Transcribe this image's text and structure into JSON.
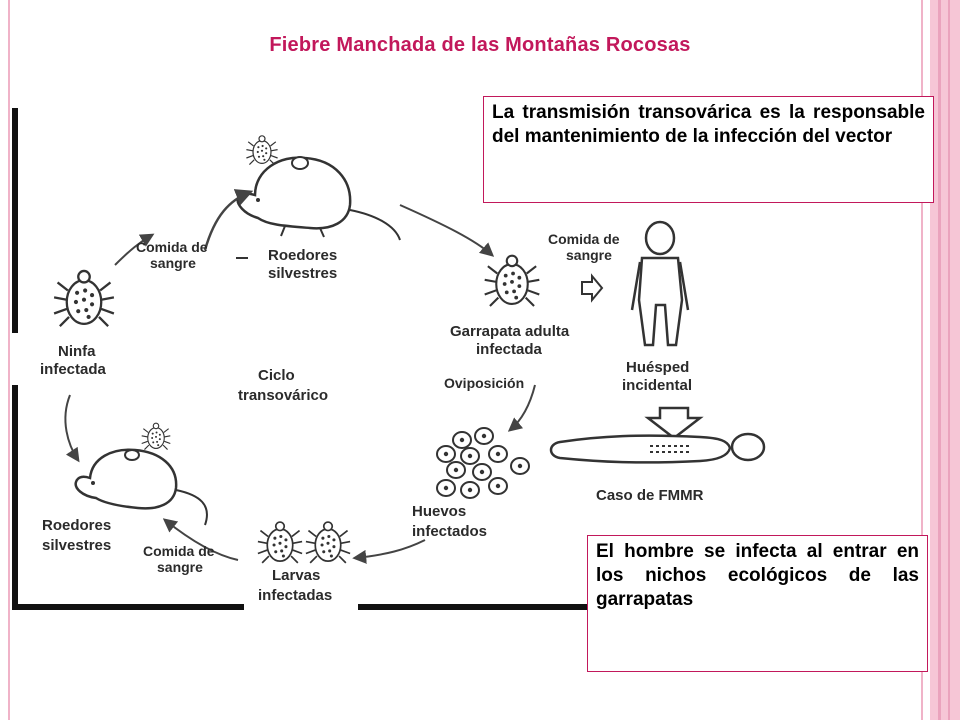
{
  "title": "Fiebre Manchada de las Montañas Rocosas",
  "notes": {
    "top": "La transmisión transovárica es la responsable del mantenimiento de la infección del vector",
    "bottom": "El hombre se infecta al entrar en los nichos ecológicos de las garrapatas"
  },
  "labels": {
    "comida1_l1": "Comida de",
    "comida1_l2": "sangre",
    "roedores1_l1": "Roedores",
    "roedores1_l2": "silvestres",
    "comida2_l1": "Comida de",
    "comida2_l2": "sangre",
    "garrapata_l1": "Garrapata adulta",
    "garrapata_l2": "infectada",
    "oviposicion": "Oviposición",
    "huesped_l1": "Huésped",
    "huesped_l2": "incidental",
    "caso": "Caso de FMMR",
    "ninfa_l1": "Ninfa",
    "ninfa_l2": "infectada",
    "ciclo_l1": "Ciclo",
    "ciclo_l2": "transovárico",
    "huevos_l1": "Huevos",
    "huevos_l2": "infectados",
    "roedores2_l1": "Roedores",
    "roedores2_l2": "silvestres",
    "comida3_l1": "Comida de",
    "comida3_l2": "sangre",
    "larvas_l1": "Larvas",
    "larvas_l2": "infectadas"
  },
  "colors": {
    "title": "#c2185b",
    "border": "#c2185b",
    "frame": "#f0b3c8"
  }
}
